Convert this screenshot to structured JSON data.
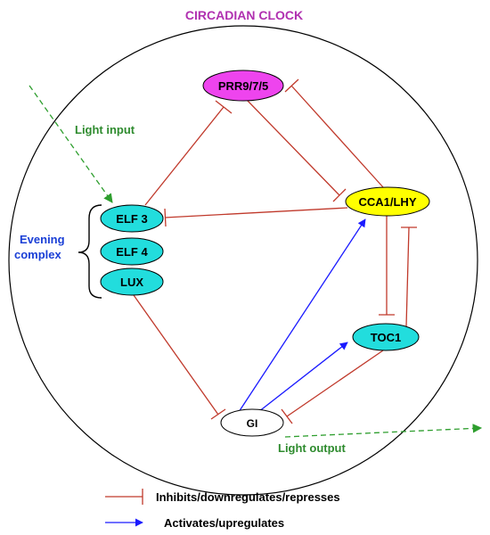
{
  "title": "CIRCADIAN CLOCK",
  "nodes": {
    "prr": "PRR9/7/5",
    "cca": "CCA1/LHY",
    "elf3": "ELF 3",
    "elf4": "ELF 4",
    "lux": "LUX",
    "toc1": "TOC1",
    "gi": "GI"
  },
  "labels": {
    "light_input": "Light input",
    "light_output": "Light output",
    "evening_line1": "Evening",
    "evening_line2": "complex"
  },
  "legend": {
    "inhibits": "Inhibits/downregulates/represses",
    "activates": "Activates/upregulates"
  },
  "colors": {
    "inhibit": "#c0392b",
    "activate": "#1a1aff",
    "light": "#2e9e2e",
    "prr_fill": "#ee44ee",
    "cca_fill": "#ffff00",
    "cyan_fill": "#22dddd",
    "title": "#b030b0",
    "evening": "#1a3fd6",
    "light_label": "#2e8b2e"
  }
}
